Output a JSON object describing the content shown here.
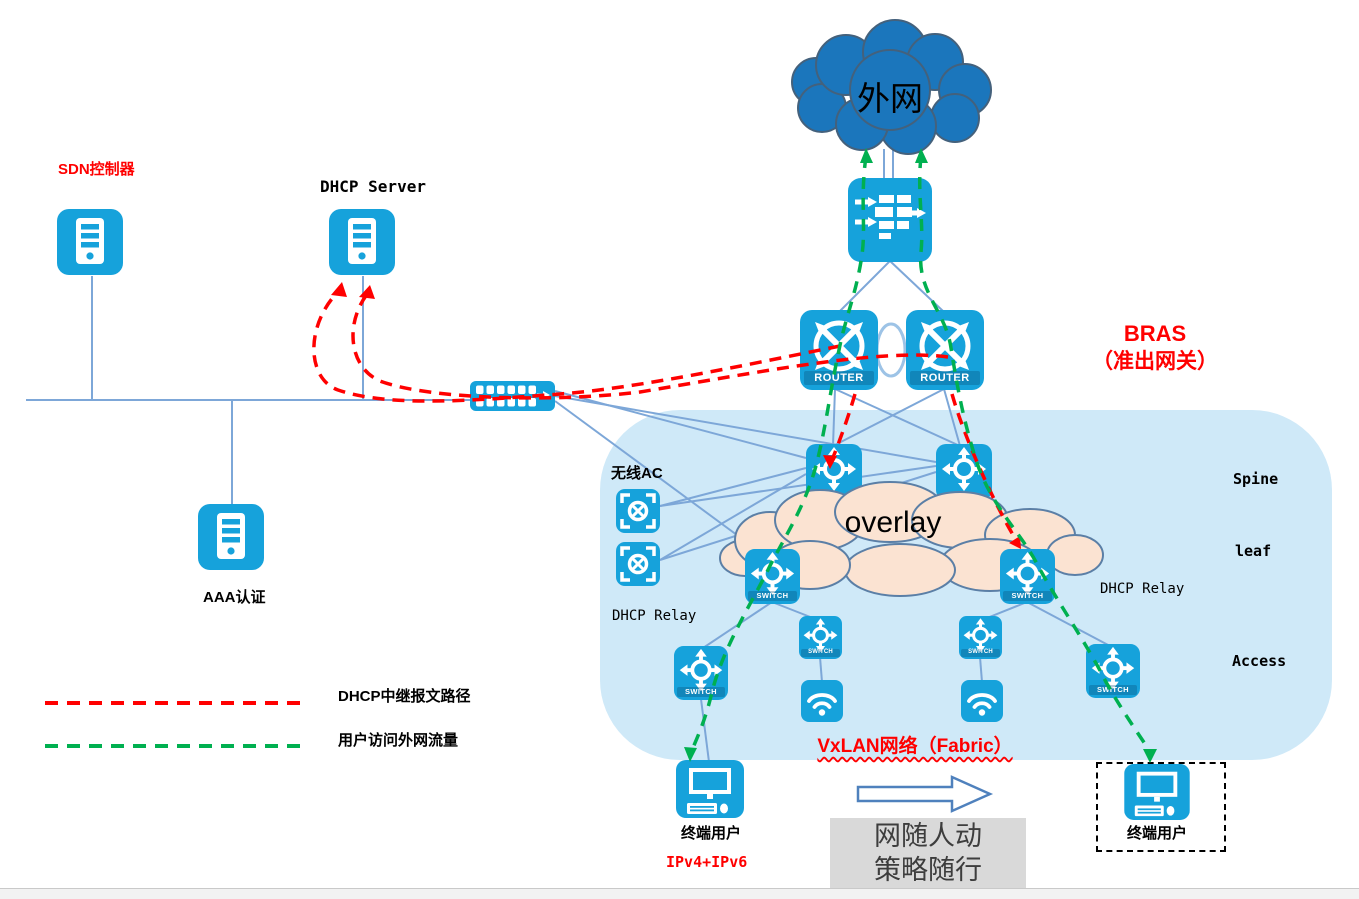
{
  "nodes": {
    "external_cloud": "外网",
    "overlay_cloud": "overlay",
    "sdn_controller": "SDN控制器",
    "dhcp_server": "DHCP Server",
    "aaa_auth": "AAA认证",
    "wireless_ac": "无线AC",
    "router_badge": "ROUTER",
    "switch_badge": "SWITCH",
    "terminal_user": "终端用户",
    "ip_stack": "IPv4+IPv6"
  },
  "labels": {
    "bras_line1": "BRAS",
    "bras_line2": "（准出网关）",
    "spine": "Spine",
    "leaf": "leaf",
    "access": "Access",
    "dhcp_relay": "DHCP Relay",
    "vxlan_fabric": "VxLAN网络（Fabric）",
    "policy_line1": "网随人动",
    "policy_line2": "策略随行"
  },
  "legend": {
    "items": [
      {
        "label": "DHCP中继报文路径",
        "color": "#ff0000",
        "style": "dashed"
      },
      {
        "label": "用户访问外网流量",
        "color": "#00b050",
        "style": "dashed"
      }
    ]
  },
  "icons": {
    "server": "server-tower-icon",
    "router": "router-cross-arrows-icon",
    "l3_switch": "switch-four-arrows-icon",
    "firewall": "firewall-bricks-icon",
    "wireless_ac": "ac-controller-icon",
    "access_point": "wifi-ap-icon",
    "terminal": "desktop-computer-icon",
    "port_switch": "port-strip-switch-icon",
    "block_arrow": "right-block-arrow-icon"
  },
  "colors": {
    "device_blue": "#16a2db",
    "external_cloud_fill": "#1b76bc",
    "fabric_bg": "#cfe9f8",
    "overlay_fill": "#fbe3d2",
    "connector_blue": "#7da7d8",
    "dhcp_path_red": "#ff0000",
    "user_traffic_green": "#00b050",
    "policy_box_bg": "#d9d9d9"
  }
}
